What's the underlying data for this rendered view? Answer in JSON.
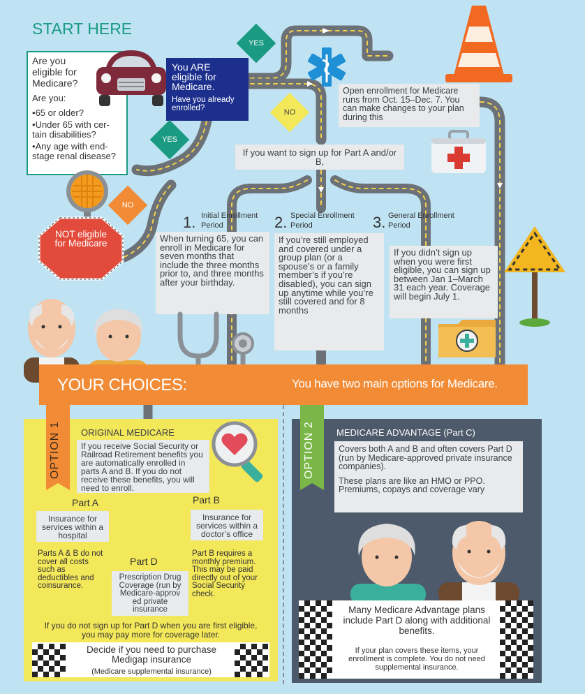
{
  "start": "START HERE",
  "eligible_box": {
    "question": "Are you eligible for Medicare?",
    "are_you": "Are you:",
    "items": [
      "65 or older?",
      "Under 65 with cer-tain disabilities?",
      "Any age with end-stage renal disease?"
    ]
  },
  "blue_box": {
    "title": "You ARE eligible for Medicare.",
    "question": "Have you already enrolled?"
  },
  "labels": {
    "yes": "YES",
    "no": "NO"
  },
  "not_eligible": "NOT eligible for Medicare",
  "open_enrollment": "Open enrollment for Medicare runs from Oct. 15–Dec. 7. You can make changes to your plan during this",
  "sign_up": "If you want to sign up for Part A and/or B,",
  "periods": [
    {
      "num": "1.",
      "name": "Initial Enrollment Period",
      "text": "When turning 65, you can enroll in Medicare for seven months that include the three months prior to, and three months after your birthday."
    },
    {
      "num": "2.",
      "name": "Special Enrollment Period",
      "text": "If you’re still employed and covered under a group plan (or a spouse’s or a family member’s if you’re disabled), you can sign up anytime while you’re still covered and for 8 months"
    },
    {
      "num": "3.",
      "name": "General Enrollment Period",
      "text": "If you didn’t sign up when you were first eligible, you can sign up between Jan 1–March 31 each year. Coverage will begin July 1."
    }
  ],
  "choices": {
    "title": "YOUR CHOICES:",
    "subtitle": "You have two main options for Medicare."
  },
  "option1": {
    "tag": "OPTION 1",
    "title": "ORIGINAL MEDICARE",
    "intro": "If you receive Social Security or Railroad Retirement benefits you are automatically enrolled in parts A and B. If you do not receive these benefits, you will need to enroll.",
    "part_a": "Part A",
    "part_a_text": "Insurance for services within a hospital",
    "part_b": "Part B",
    "part_b_text": "Insurance for services within a doctor’s office",
    "ab_note": "Parts A & B do not cover all costs such as deductibles and coinsurance.",
    "b_note": "Part B requires a monthly premium. This may be paid directly out of your Social Security check.",
    "part_d": "Part D",
    "part_d_text": "Prescription Drug Coverage (run by Medicare-approv ed private insurance",
    "d_note": "If you do not sign up for Part D when you are first eligible, you may pay more for coverage later.",
    "medigap": "Decide if you need to purchase Medigap insurance",
    "medigap_sub": "(Medicare supplemental insurance)"
  },
  "option2": {
    "tag": "OPTION 2",
    "title": "MEDICARE ADVANTAGE (Part C)",
    "text1": "Covers both A and B and often covers Part D",
    "text2": "(run by Medicare-approved private insurance companies).",
    "text3": "These plans are like an HMO or PPO. Premiums, copays and coverage vary",
    "final": "Many Medicare Advantage plans include Part D along with additional benefits.",
    "final_sub": "If your plan covers these items, your enrollment is complete. You do not need supplemental insurance."
  },
  "colors": {
    "teal": "#1a9a82",
    "navy": "#1c2f8c",
    "orange": "#f28b35",
    "yellow": "#f3e75a",
    "slate": "#4d5a6b",
    "green": "#7ab648",
    "stop_red": "#e24b3c"
  }
}
